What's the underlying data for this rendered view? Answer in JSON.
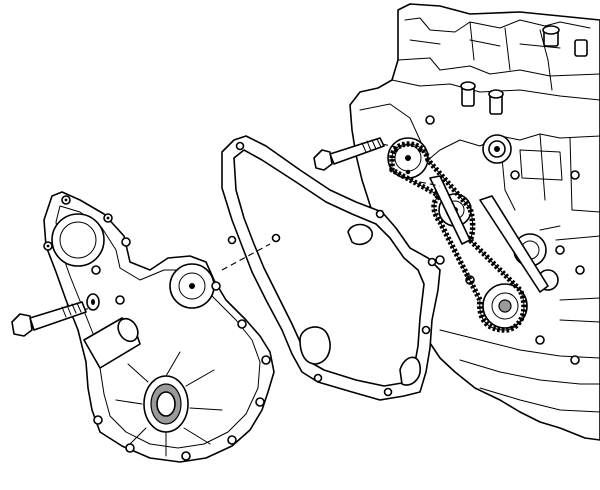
{
  "diagram": {
    "style": "monochrome line art",
    "background": "#ffffff",
    "line_color": "#000000",
    "parts": [
      "engine-block",
      "timing-chain",
      "timing-cover-gasket",
      "front-cover",
      "upper-bolt",
      "lower-bolt",
      "cover-washer"
    ]
  }
}
